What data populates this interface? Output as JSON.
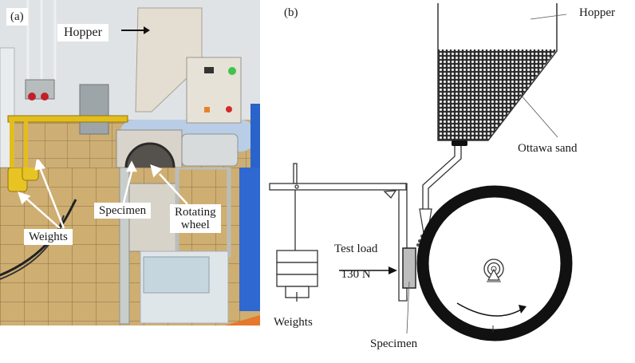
{
  "figure": {
    "panel_a": {
      "tag": "(a)",
      "description": "Photograph of dry sand / rubber wheel abrasion test rig",
      "labels": {
        "hopper": "Hopper",
        "specimen": "Specimen",
        "rotating_wheel": "Rotating\nwheel",
        "weights": "Weights"
      }
    },
    "panel_b": {
      "tag": "(b)",
      "description": "Schematic of the abrasion test rig",
      "labels": {
        "hopper": "Hopper",
        "ottawa_sand": "Ottawa sand",
        "test_load_line1": "Test load",
        "test_load_line2": "130 N",
        "weights": "Weights",
        "specimen": "Specimen"
      }
    }
  },
  "colors": {
    "wall": "#d9dfe2",
    "floor_tile": "#c9a96e",
    "yellow_arm": "#e8c020",
    "machine_gray": "#d8d4cc",
    "blue_frame": "#2a63c9",
    "wheel_black": "#111111",
    "specimen_gray": "#bdbdbd"
  }
}
